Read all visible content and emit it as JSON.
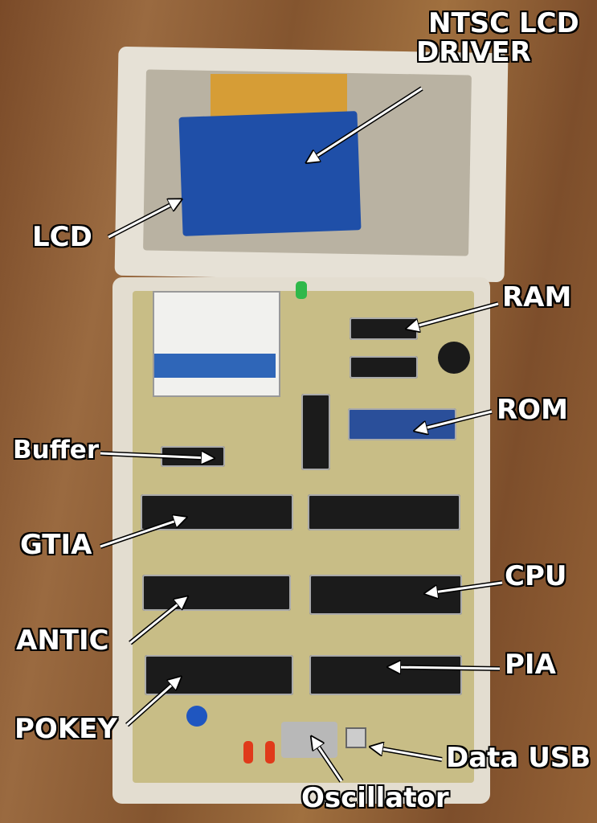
{
  "labels": {
    "ntsc_line1": "NTSC LCD",
    "ntsc_line2": "DRIVER",
    "lcd": "LCD",
    "ram": "RAM",
    "rom": "ROM",
    "buffer": "Buffer",
    "gtia": "GTIA",
    "cpu": "CPU",
    "antic": "ANTIC",
    "pia": "PIA",
    "pokey": "POKEY",
    "data_usb": "Data USB",
    "oscillator": "Oscillator"
  },
  "colors": {
    "label_text": "#ffffff",
    "label_outline": "#000000",
    "lcd_pcb": "#1f4fa8",
    "main_pcb": "#c8bd86"
  }
}
